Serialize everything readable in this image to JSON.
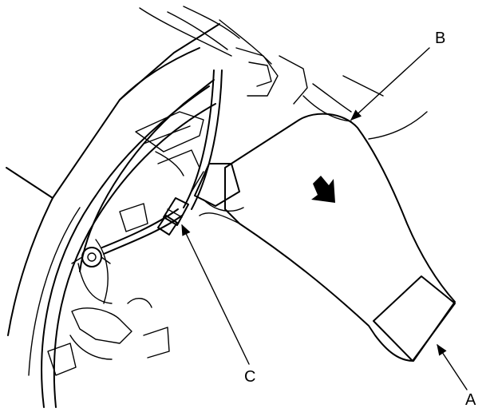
{
  "diagram": {
    "callouts": [
      {
        "id": "A",
        "label": "A"
      },
      {
        "id": "B",
        "label": "B"
      },
      {
        "id": "C",
        "label": "C"
      }
    ],
    "direction_arrow": "down-right",
    "colors": {
      "line": "#000000",
      "background": "#ffffff"
    }
  }
}
